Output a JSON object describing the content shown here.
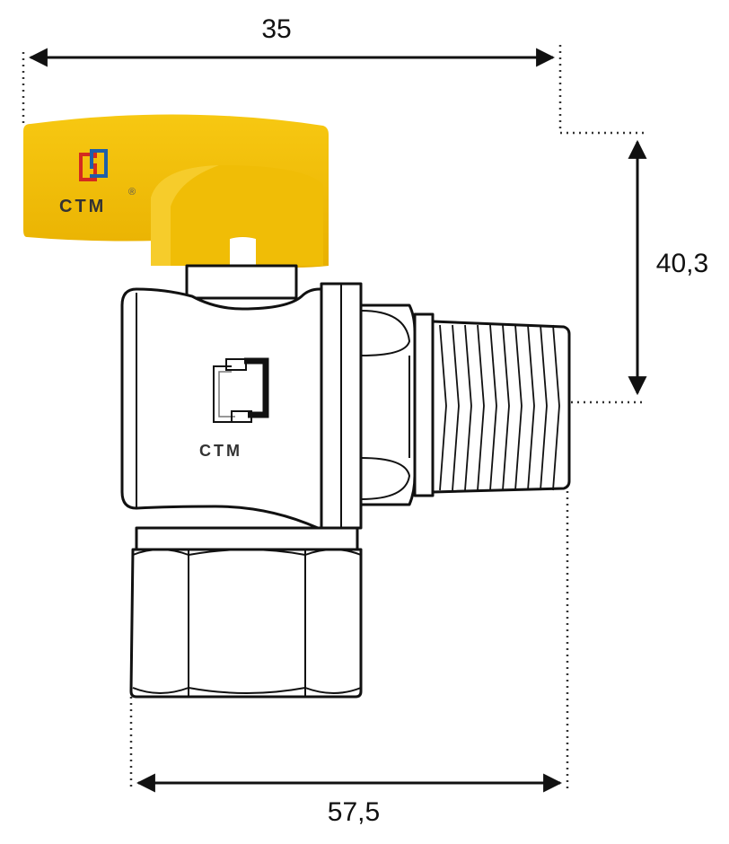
{
  "dimensions": {
    "width_top": "35",
    "height_right": "40,3",
    "width_bottom": "57,5"
  },
  "brand": {
    "name": "CTM",
    "registered_mark": "®"
  },
  "colors": {
    "handle": "#F2BE0A",
    "handle_shadow": "#D9A400",
    "logo_red": "#D42A1F",
    "logo_blue": "#1F5FA8",
    "outline": "#111111"
  },
  "icons": [
    "ctm-logo-icon",
    "dimension-arrow-icon"
  ]
}
